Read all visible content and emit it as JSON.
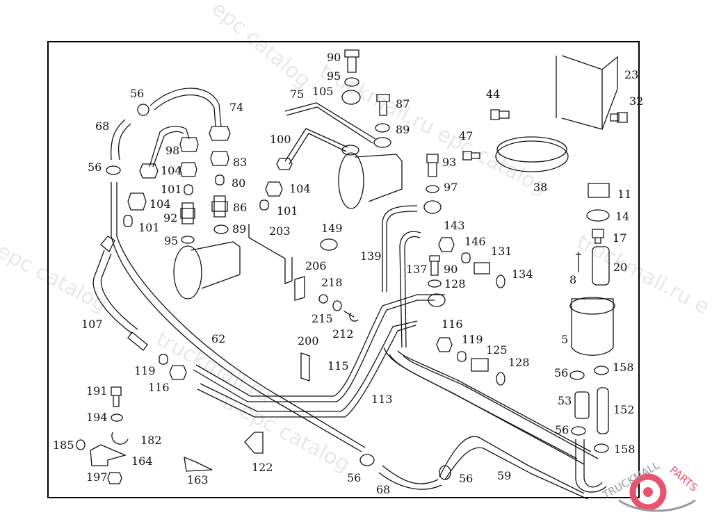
{
  "diagram": {
    "title": "Parts diagram: power steering lines, reservoir and fittings",
    "watermark_text": [
      "l epc catalog",
      "truckmall.ru epc catalog",
      "truckmall.ru e",
      "epc catalog",
      "truckmall.ru",
      "u epc catalog"
    ],
    "brand": {
      "left": "TRUCKMALL",
      "right": "PARTS",
      "accent_color": "#e8546f",
      "gray_color": "#9a9a9a"
    },
    "callouts": [
      {
        "id": "90a",
        "text": "90"
      },
      {
        "id": "95a",
        "text": "95"
      },
      {
        "id": "105",
        "text": "105"
      },
      {
        "id": "75",
        "text": "75"
      },
      {
        "id": "87",
        "text": "87"
      },
      {
        "id": "89a",
        "text": "89"
      },
      {
        "id": "56a",
        "text": "56"
      },
      {
        "id": "74",
        "text": "74"
      },
      {
        "id": "68a",
        "text": "68"
      },
      {
        "id": "98",
        "text": "98"
      },
      {
        "id": "56b",
        "text": "56"
      },
      {
        "id": "104a",
        "text": "104"
      },
      {
        "id": "83",
        "text": "83"
      },
      {
        "id": "101a",
        "text": "101"
      },
      {
        "id": "80",
        "text": "80"
      },
      {
        "id": "104b",
        "text": "104"
      },
      {
        "id": "92",
        "text": "92"
      },
      {
        "id": "86",
        "text": "86"
      },
      {
        "id": "101b",
        "text": "101"
      },
      {
        "id": "89b",
        "text": "89"
      },
      {
        "id": "95b",
        "text": "95"
      },
      {
        "id": "100",
        "text": "100"
      },
      {
        "id": "104c",
        "text": "104"
      },
      {
        "id": "101c",
        "text": "101"
      },
      {
        "id": "203",
        "text": "203"
      },
      {
        "id": "149",
        "text": "149"
      },
      {
        "id": "206",
        "text": "206"
      },
      {
        "id": "218",
        "text": "218"
      },
      {
        "id": "215",
        "text": "215"
      },
      {
        "id": "212",
        "text": "212"
      },
      {
        "id": "200",
        "text": "200"
      },
      {
        "id": "115",
        "text": "115"
      },
      {
        "id": "113",
        "text": "113"
      },
      {
        "id": "139",
        "text": "139"
      },
      {
        "id": "137",
        "text": "137"
      },
      {
        "id": "143",
        "text": "143"
      },
      {
        "id": "146",
        "text": "146"
      },
      {
        "id": "131",
        "text": "131"
      },
      {
        "id": "134",
        "text": "134"
      },
      {
        "id": "90b",
        "text": "90"
      },
      {
        "id": "128a",
        "text": "128"
      },
      {
        "id": "116a",
        "text": "116"
      },
      {
        "id": "119a",
        "text": "119"
      },
      {
        "id": "125",
        "text": "125"
      },
      {
        "id": "128b",
        "text": "128"
      },
      {
        "id": "93",
        "text": "93"
      },
      {
        "id": "97",
        "text": "97"
      },
      {
        "id": "47",
        "text": "47"
      },
      {
        "id": "44",
        "text": "44"
      },
      {
        "id": "38",
        "text": "38"
      },
      {
        "id": "23",
        "text": "23"
      },
      {
        "id": "32",
        "text": "32"
      },
      {
        "id": "11",
        "text": "11"
      },
      {
        "id": "14",
        "text": "14"
      },
      {
        "id": "17",
        "text": "17"
      },
      {
        "id": "20",
        "text": "20"
      },
      {
        "id": "8",
        "text": "8"
      },
      {
        "id": "5",
        "text": "5"
      },
      {
        "id": "56c",
        "text": "56"
      },
      {
        "id": "158a",
        "text": "158"
      },
      {
        "id": "53",
        "text": "53"
      },
      {
        "id": "152",
        "text": "152"
      },
      {
        "id": "56d",
        "text": "56"
      },
      {
        "id": "158b",
        "text": "158"
      },
      {
        "id": "107",
        "text": "107"
      },
      {
        "id": "62",
        "text": "62"
      },
      {
        "id": "119b",
        "text": "119"
      },
      {
        "id": "116b",
        "text": "116"
      },
      {
        "id": "191",
        "text": "191"
      },
      {
        "id": "194",
        "text": "194"
      },
      {
        "id": "185",
        "text": "185"
      },
      {
        "id": "182",
        "text": "182"
      },
      {
        "id": "164",
        "text": "164"
      },
      {
        "id": "197",
        "text": "197"
      },
      {
        "id": "163",
        "text": "163"
      },
      {
        "id": "122",
        "text": "122"
      },
      {
        "id": "56e",
        "text": "56"
      },
      {
        "id": "68b",
        "text": "68"
      },
      {
        "id": "56f",
        "text": "56"
      },
      {
        "id": "59",
        "text": "59"
      }
    ]
  }
}
